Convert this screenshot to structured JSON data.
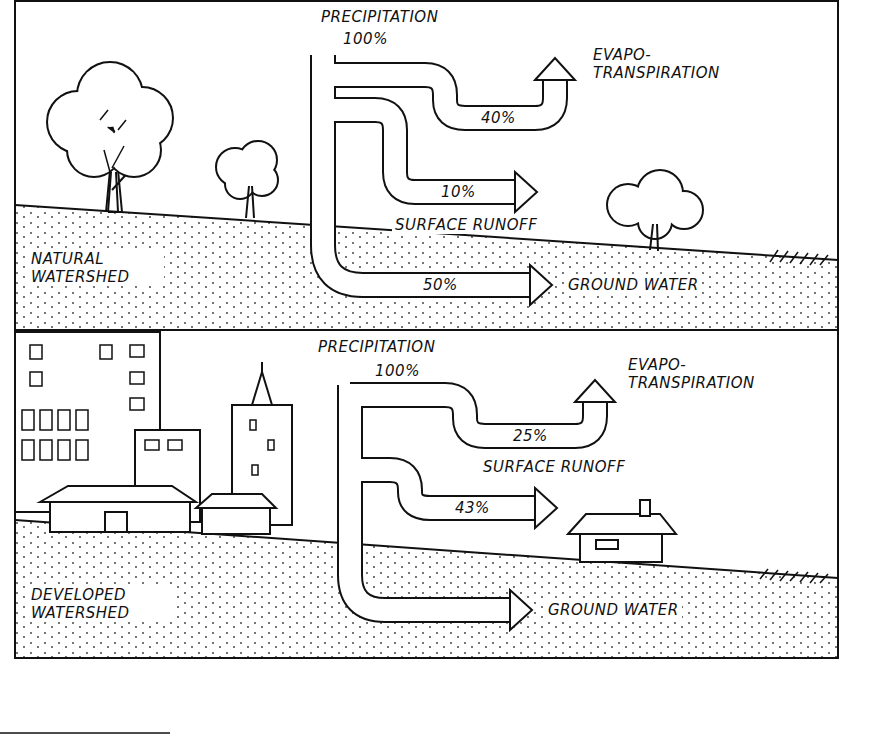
{
  "diagram": {
    "labels": [
      "PRECIPITATION",
      "100%",
      "EVAPO- TRANSPIRATION",
      "40%",
      "10%",
      "SURFACE RUNOFF",
      "NATURAL WATERSHED",
      "50%",
      "GROUND WATER",
      "PRECIPITATION",
      "100%",
      "EVAPO- TRANSPIRATION",
      "25%",
      "SURFACE RUNOFF",
      "43%",
      "DEVELOPED WATERSHED",
      "GROUND WATER"
    ]
  }
}
